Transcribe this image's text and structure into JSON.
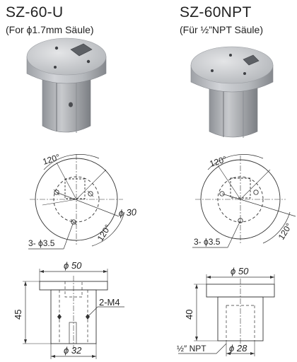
{
  "left": {
    "title": "SZ-60-U",
    "subtitle": "(For  ϕ1.7mm Säule)",
    "top_view": {
      "angle_top": "120°",
      "angle_bottom": "120°",
      "diameter": "ϕ 30",
      "holes": "3- ϕ3.5"
    },
    "side_view": {
      "top_dia": "ϕ 50",
      "bottom_dia": "ϕ 32",
      "height": "45",
      "screw": "2-M4"
    }
  },
  "right": {
    "title": "SZ-60NPT",
    "subtitle": "(Für  ½”NPT Säule)",
    "top_view": {
      "angle_top": "120°",
      "angle_bottom": "120°",
      "holes": "3- ϕ3.5"
    },
    "side_view": {
      "top_dia": "ϕ 50",
      "bottom_dia": "ϕ 28",
      "height": "40",
      "thread": "½″ NPT"
    }
  }
}
